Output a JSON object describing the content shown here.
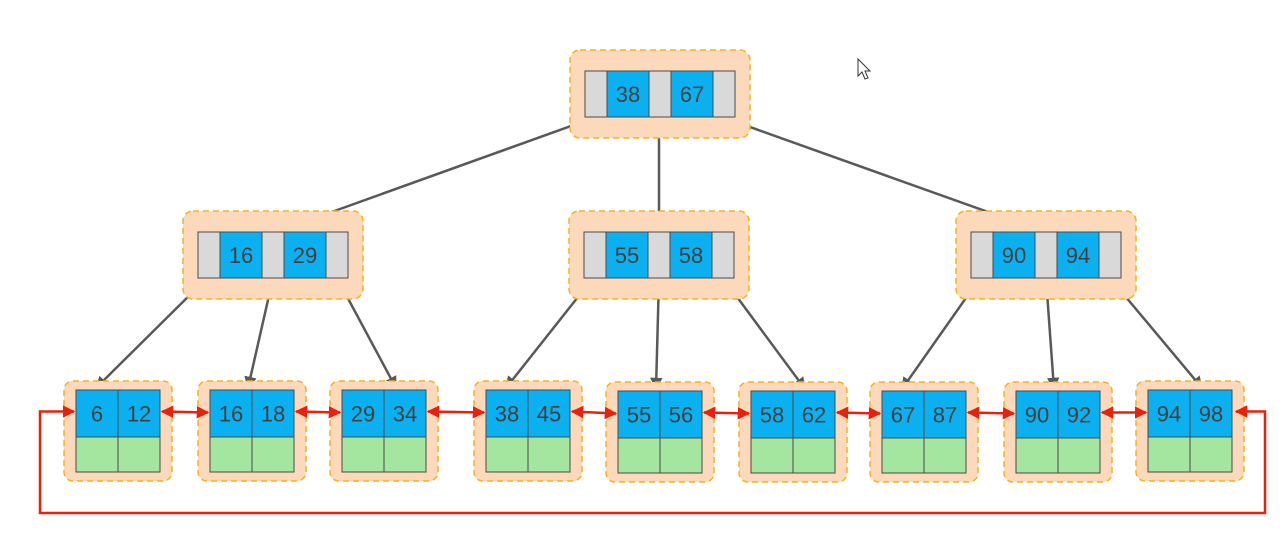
{
  "colors": {
    "node_fill": "#fcd9bb",
    "node_border": "#f5b31c",
    "key_cell": "#0bb0f0",
    "pointer_cell": "#d9d9d9",
    "data_cell": "#a4e69f",
    "tree_edge": "#595959",
    "leaf_link": "#e8200c",
    "text": "#3f3f3f"
  },
  "tree": {
    "root": {
      "keys": [
        "38",
        "67"
      ]
    },
    "internal": [
      {
        "keys": [
          "16",
          "29"
        ]
      },
      {
        "keys": [
          "55",
          "58"
        ]
      },
      {
        "keys": [
          "90",
          "94"
        ]
      }
    ],
    "leaves": [
      {
        "keys": [
          "6",
          "12"
        ]
      },
      {
        "keys": [
          "16",
          "18"
        ]
      },
      {
        "keys": [
          "29",
          "34"
        ]
      },
      {
        "keys": [
          "38",
          "45"
        ]
      },
      {
        "keys": [
          "55",
          "56"
        ]
      },
      {
        "keys": [
          "58",
          "62"
        ]
      },
      {
        "keys": [
          "67",
          "87"
        ]
      },
      {
        "keys": [
          "90",
          "92"
        ]
      },
      {
        "keys": [
          "94",
          "98"
        ]
      }
    ]
  },
  "icons": {
    "cursor": "mouse-pointer-icon"
  }
}
